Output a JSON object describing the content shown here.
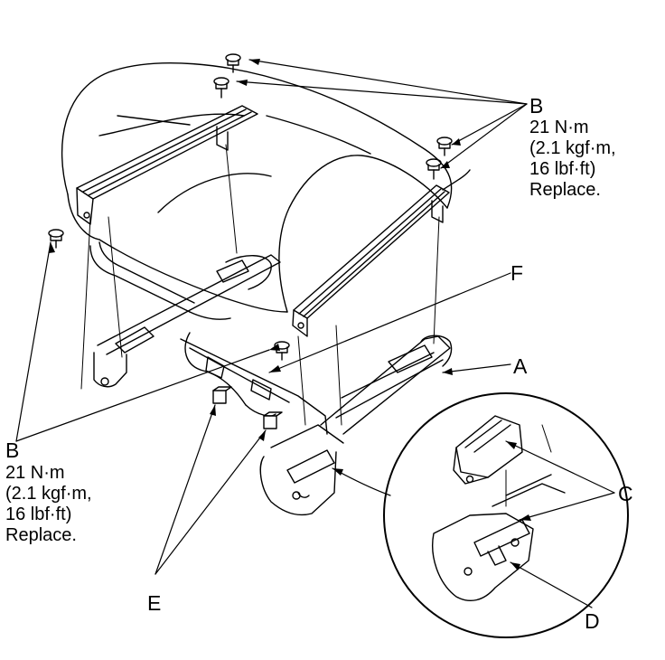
{
  "labels": {
    "A": "A",
    "B_top": "B",
    "B_left": "B",
    "C": "C",
    "D": "D",
    "E": "E",
    "F": "F"
  },
  "spec_top": {
    "torque": "21 N·m",
    "kgf_open": "(2.1 kgf·m,",
    "lbf_close": "16 lbf·ft)",
    "note": "Replace."
  },
  "spec_left": {
    "torque": "21 N·m",
    "kgf_open": "(2.1 kgf·m,",
    "lbf_close": "16 lbf·ft)",
    "note": "Replace."
  }
}
